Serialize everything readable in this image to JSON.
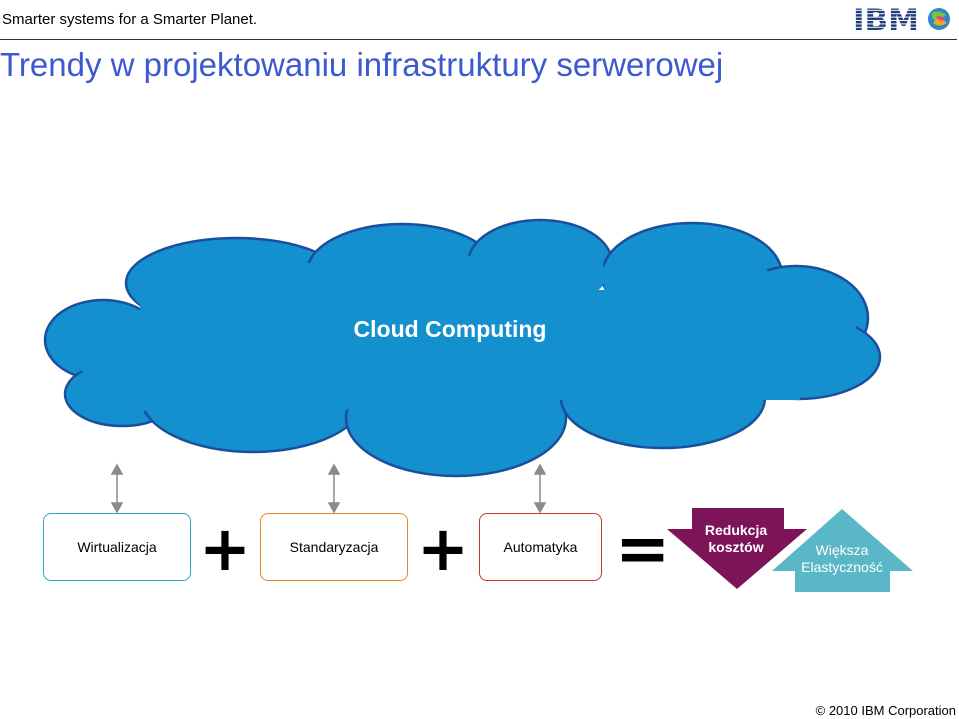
{
  "header": {
    "tagline": "Smarter systems for a Smarter Planet.",
    "logo_text": "IBM"
  },
  "slide": {
    "title": "Trendy w projektowaniu infrastruktury serwerowej"
  },
  "diagram": {
    "cloud_label": "Cloud Computing",
    "boxes": [
      {
        "label": "Wirtualizacja"
      },
      {
        "label": "Standaryzacja"
      },
      {
        "label": "Automatyka"
      }
    ],
    "operators": {
      "plus": "+",
      "equals": "="
    },
    "result_down": {
      "line1": "Redukcja",
      "line2": "kosztów"
    },
    "result_up": {
      "line1": "Większa",
      "line2": "Elastyczność"
    }
  },
  "footer": {
    "copyright": "© 2010 IBM Corporation"
  },
  "colors": {
    "title_blue": "#3c59cf",
    "cloud_fill": "#1490cf",
    "cloud_edge": "#1a4f9c",
    "box_virt": "#2aa7c8",
    "box_std": "#e08a2a",
    "box_auto": "#c03a2c",
    "down_arrow": "#7e1458",
    "up_arrow": "#5ab7c8"
  }
}
